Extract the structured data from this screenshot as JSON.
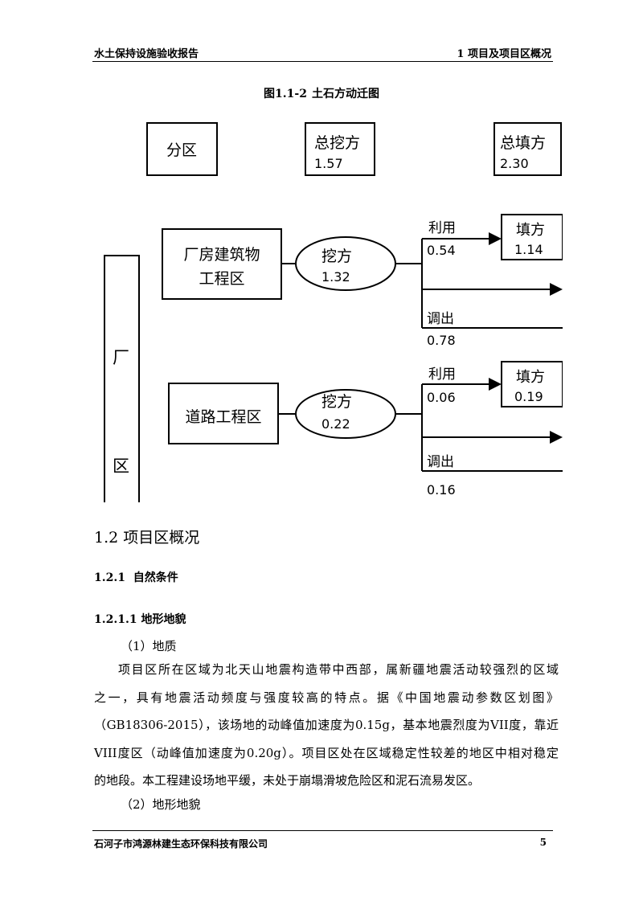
{
  "header": {
    "left": "水土保持设施验收报告",
    "right": "1 项目及项目区概况"
  },
  "figure": {
    "number": "图1.1-2",
    "title": "土石方动迁图",
    "top_boxes": [
      {
        "label": "分区",
        "value": ""
      },
      {
        "label": "总挖方",
        "value": "1.57"
      },
      {
        "label": "总填方",
        "value": "2.30"
      }
    ],
    "side_label_top": "厂",
    "side_label_bottom": "区",
    "rows": [
      {
        "zone_line1": "厂房建筑物",
        "zone_line2": "工程区",
        "excavation_label": "挖方",
        "excavation_value": "1.32",
        "use_label": "利用",
        "use_value": "0.54",
        "fill_label": "填方",
        "fill_value": "1.14",
        "out_label": "调出",
        "out_value": "0.78"
      },
      {
        "zone_line1": "道路工程区",
        "zone_line2": "",
        "excavation_label": "挖方",
        "excavation_value": "0.22",
        "use_label": "利用",
        "use_value": "0.06",
        "fill_label": "填方",
        "fill_value": "0.19",
        "out_label": "调出",
        "out_value": "0.16"
      }
    ]
  },
  "section": {
    "h2": "1.2 项目区概况",
    "h3_num": "1.2.1",
    "h3_text": "自然条件",
    "h4": "1.2.1.1 地形地貌",
    "item1": "（1）地质",
    "paragraph_lines": [
      "项目区所在区域为北天山地震构造带中西部，属新疆地震活动较强烈的区域",
      "之一，具有地震活动频度与强度较高的特点。据《中国地震动参数区划图》",
      "（GB18306-2015），该场地的动峰值加速度为0.15g，基本地震烈度为VII度，靠近",
      "VIII度区（动峰值加速度为0.20g）。项目区处在区域稳定性较差的地区中相对稳定",
      "的地段。本工程建设场地平缓，未处于崩塌滑坡危险区和泥石流易发区。"
    ],
    "item2": "（2）地形地貌"
  },
  "footer": {
    "left": "石河子市鸿源林建生态环保科技有限公司",
    "page": "5"
  }
}
